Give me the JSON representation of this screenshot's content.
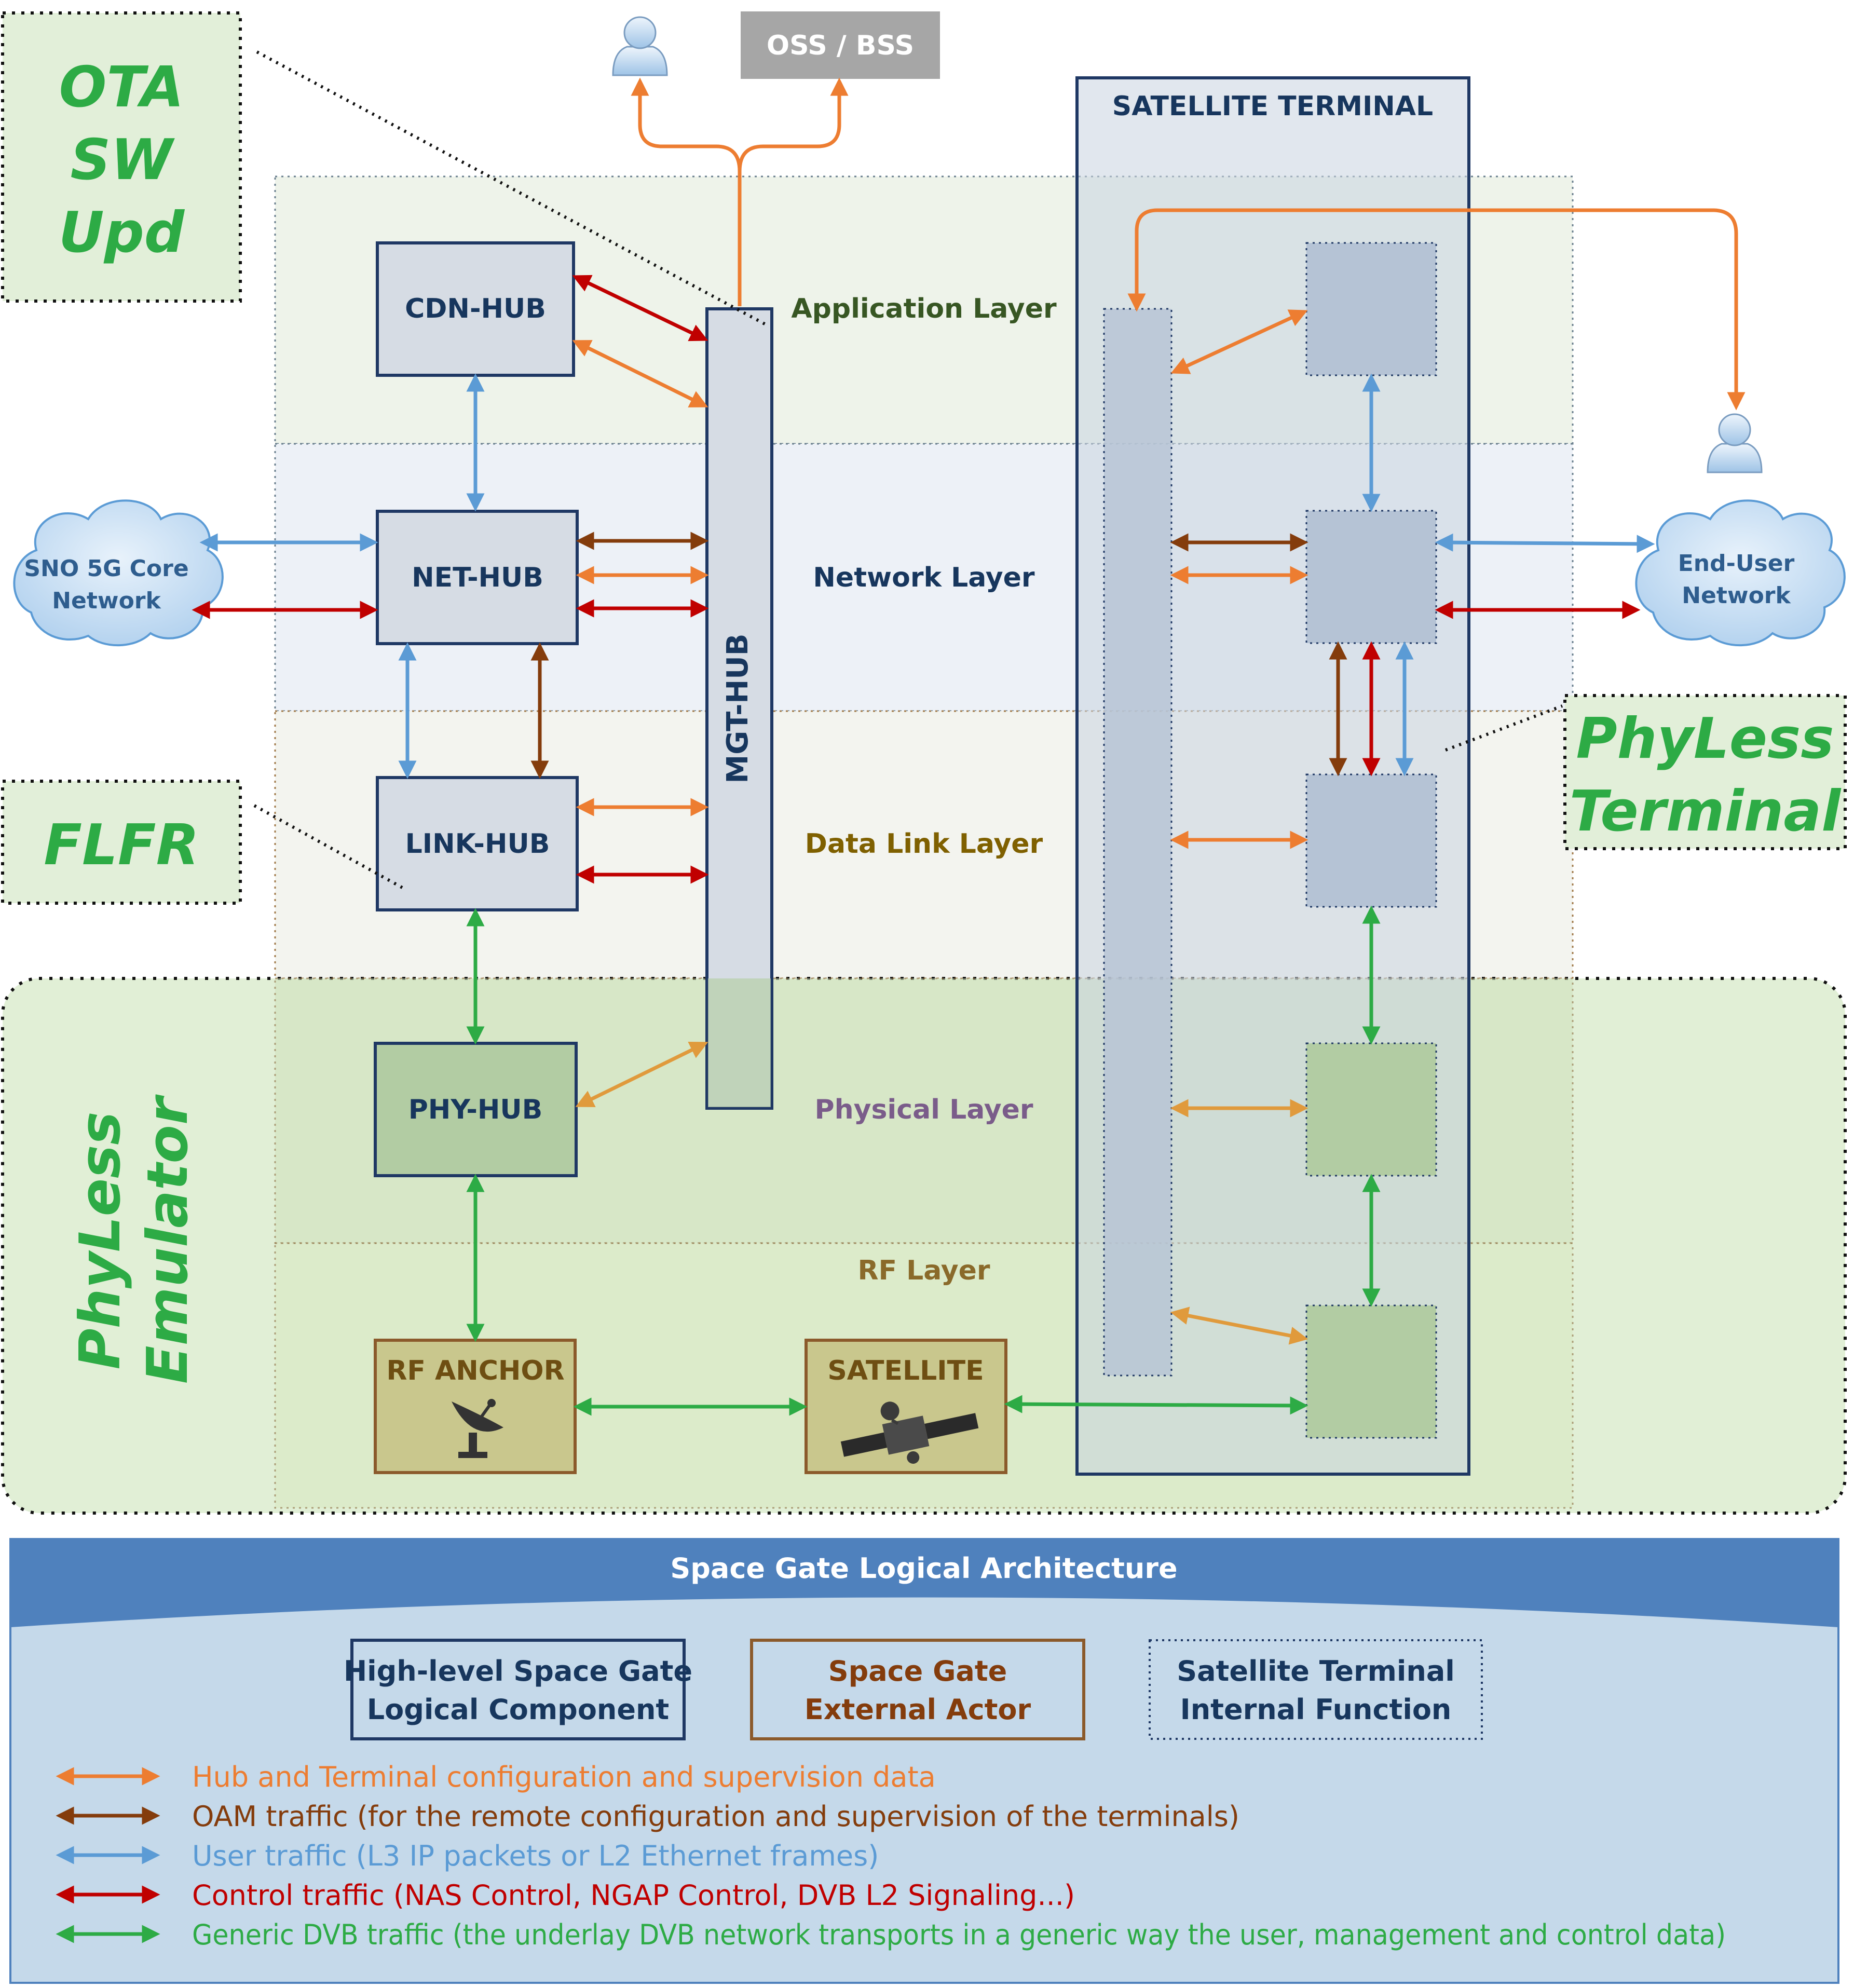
{
  "colors": {
    "config_orange": "#ed7d31",
    "oam_brown": "#843c0c",
    "user_blue": "#5b9bd5",
    "control_red": "#c00000",
    "dvb_green": "#2dab45",
    "hub_border": "#1f3864",
    "actor_border": "#8b5a2b",
    "legend_header": "#4f81bd"
  },
  "top": {
    "oss_bss": "OSS / BSS",
    "user_icon": "user-icon"
  },
  "callouts": {
    "ota": [
      "OTA",
      "SW",
      "Upd"
    ],
    "flfr": "FLFR",
    "phyless_terminal": [
      "PhyLess",
      "Terminal"
    ],
    "phyless_emulator": [
      "PhyLess",
      "Emulator"
    ]
  },
  "layers": {
    "application": "Application Layer",
    "network": "Network Layer",
    "data_link": "Data Link Layer",
    "physical": "Physical Layer",
    "rf": "RF Layer"
  },
  "hubs": {
    "cdn": "CDN-HUB",
    "net": "NET-HUB",
    "link": "LINK-HUB",
    "phy": "PHY-HUB",
    "mgt": "MGT-HUB"
  },
  "actors": {
    "rf_anchor": "RF ANCHOR",
    "satellite": "SATELLITE",
    "rf_anchor_icon": "satellite-dish-icon",
    "satellite_icon": "satellite-icon"
  },
  "terminal": {
    "title": "SATELLITE TERMINAL"
  },
  "clouds": {
    "core": [
      "SNO 5G Core",
      "Network"
    ],
    "end_user": [
      "End-User",
      "Network"
    ]
  },
  "legend": {
    "title": "Space Gate Logical Architecture",
    "keys": {
      "component": [
        "High-level Space Gate",
        "Logical Component"
      ],
      "actor": [
        "Space Gate",
        "External Actor"
      ],
      "internal": [
        "Satellite Terminal",
        "Internal Function"
      ]
    },
    "items": [
      {
        "label": "Hub and Terminal configuration and supervision data",
        "color": "#ed7d31"
      },
      {
        "label": "OAM traffic (for the remote configuration and supervision of the terminals)",
        "color": "#843c0c"
      },
      {
        "label": "User traffic (L3 IP packets or L2 Ethernet frames)",
        "color": "#5b9bd5"
      },
      {
        "label": "Control traffic (NAS Control, NGAP Control, DVB L2 Signaling...)",
        "color": "#c00000"
      },
      {
        "label": "Generic DVB traffic (the underlay DVB network transports in a generic way the user, management and control data)",
        "color": "#2dab45"
      }
    ]
  }
}
